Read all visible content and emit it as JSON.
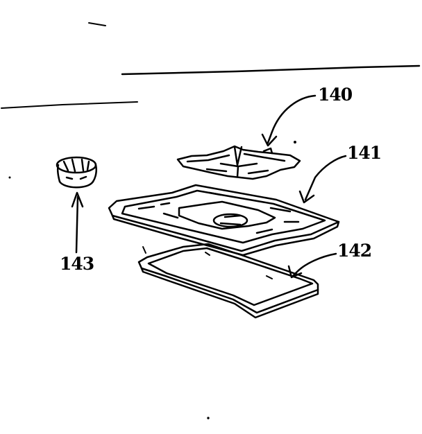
{
  "diagram": {
    "callouts": {
      "turntable_support": "140",
      "tray": "141",
      "drip_pan": "142",
      "knob": "143"
    },
    "colors": {
      "ink": "#000000",
      "paper": "#ffffff"
    }
  }
}
